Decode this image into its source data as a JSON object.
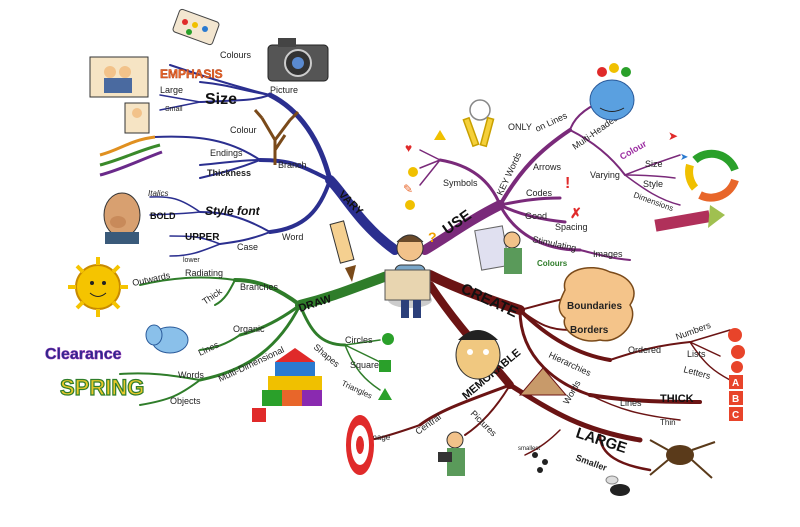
{
  "mindmap": {
    "vary": {
      "label": "VARY",
      "picture": "Picture",
      "colours": "Colours",
      "emphasis": "EMPHASIS",
      "size": "Size",
      "large": "Large",
      "small": "Small",
      "branch": "Branch",
      "colour": "Colour",
      "endings": "Endings",
      "thickness": "Thickness",
      "word": "Word",
      "style_font": "Style font",
      "italics": "Italics",
      "bold": "BOLD",
      "case": "Case",
      "upper": "UPPER",
      "lower": "lower"
    },
    "use": {
      "label": "USE",
      "key_words": "KEY Words",
      "only": "ONLY",
      "on_lines": "on Lines",
      "symbols": "Symbols",
      "arrows": "Arrows",
      "multi_headed": "Multi-Headed",
      "varying": "Varying",
      "colour": "Colour",
      "size": "Size",
      "style": "Style",
      "dimensions": "Dimensions",
      "codes": "Codes",
      "good": "Good",
      "spacing": "Spacing",
      "stimulating": "Stimulating",
      "images": "Images",
      "colours": "Colours"
    },
    "draw": {
      "label": "DRAW",
      "branches": "Branches",
      "radiating": "Radiating",
      "outwards": "Outwards",
      "thick": "Thick",
      "organic": "Organic",
      "lines": "Lines",
      "shapes": "Shapes",
      "circles": "Circles",
      "squares": "Squares",
      "triangles": "Triangles",
      "multi_dimensional": "Multi-Dimensional",
      "words": "Words",
      "objects": "Objects",
      "clearance": "Clearance",
      "spring": "SPRING"
    },
    "create": {
      "label": "CREATE",
      "boundaries": "Boundaries",
      "borders": "Borders",
      "hierarchies": "Hierarchies",
      "ordered": "Ordered",
      "numbers": "Numbers",
      "lists": "Lists",
      "letters": "Letters",
      "letter_a": "A",
      "letter_b": "B",
      "letter_c": "C",
      "words": "Words",
      "lines": "Lines",
      "thick_caps": "THICK",
      "thin": "Thin"
    },
    "memorable": {
      "label": "MEMORABLE",
      "central": "Central",
      "image": "Image",
      "pictures": "Pictures",
      "large_caps": "LARGE",
      "smaller": "Smaller",
      "smallest": "smallest"
    }
  },
  "colors": {
    "vary": "#2b2f8f",
    "use": "#7a2a7a",
    "draw": "#2f7d2a",
    "create": "#6b1414",
    "skin": "#f2c28a",
    "gold": "#f5c400"
  }
}
